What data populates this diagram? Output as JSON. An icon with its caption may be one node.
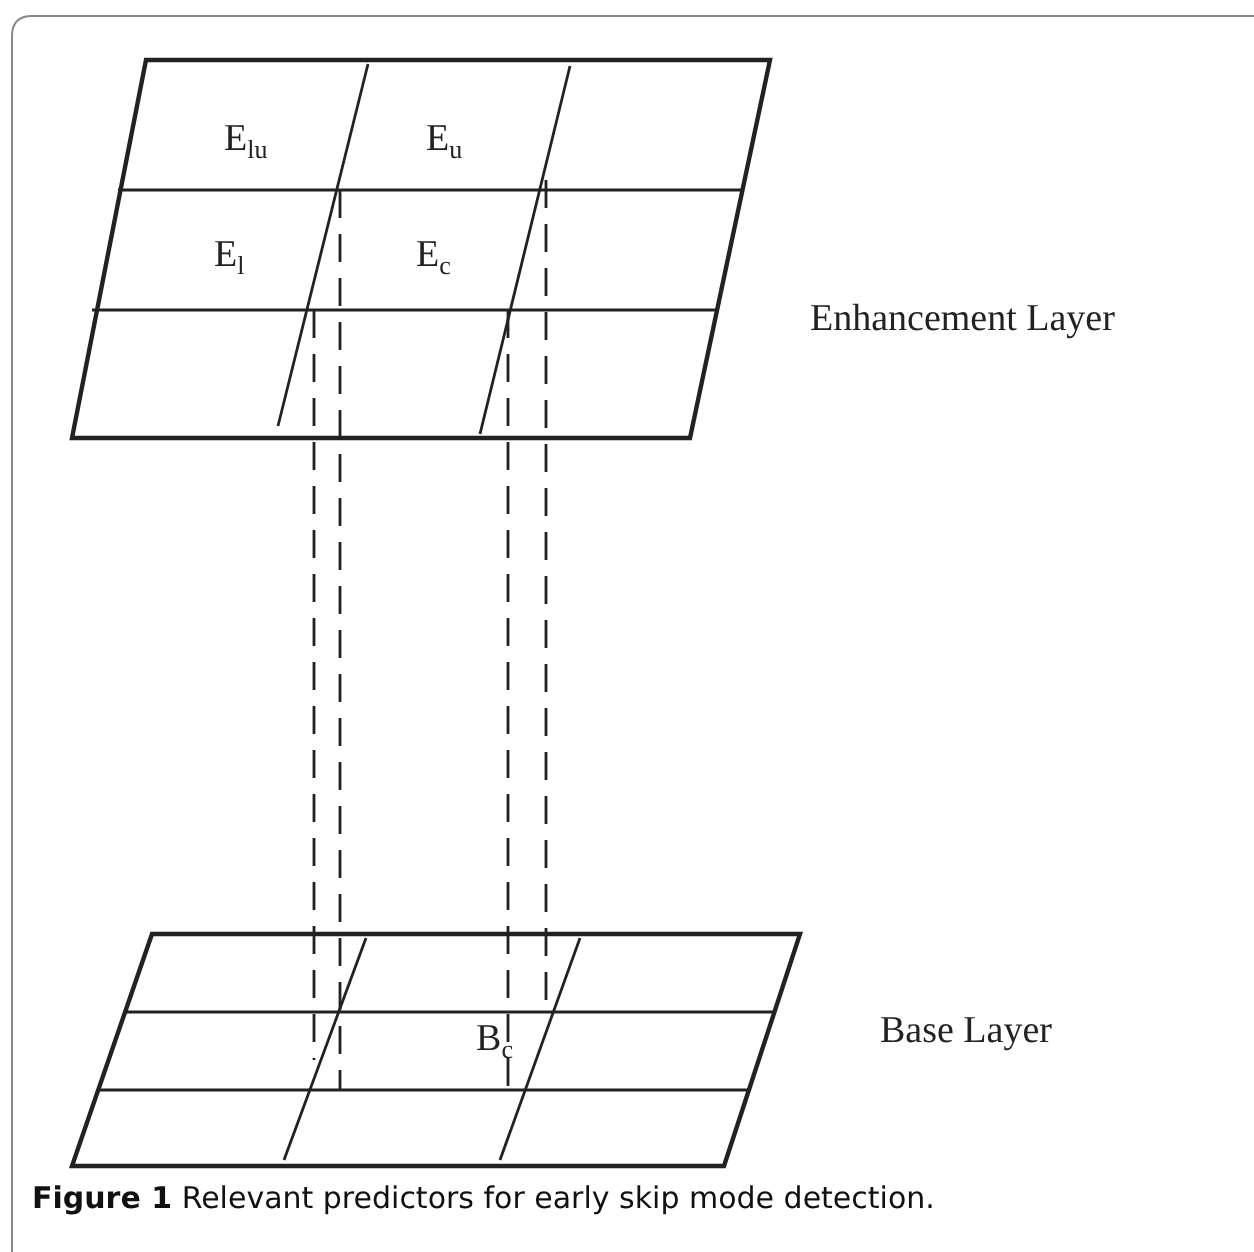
{
  "diagram": {
    "caption": "**Figure 1** Relevant predictors for early skip mode detection.",
    "labels": [
      "E$_{lu}$",
      "E$_{u}$",
      "E$_{l}$",
      "E$_{c}$",
      "Enhancement Layer",
      "B$_{c}$",
      "Base Layer"
    ]
  }
}
